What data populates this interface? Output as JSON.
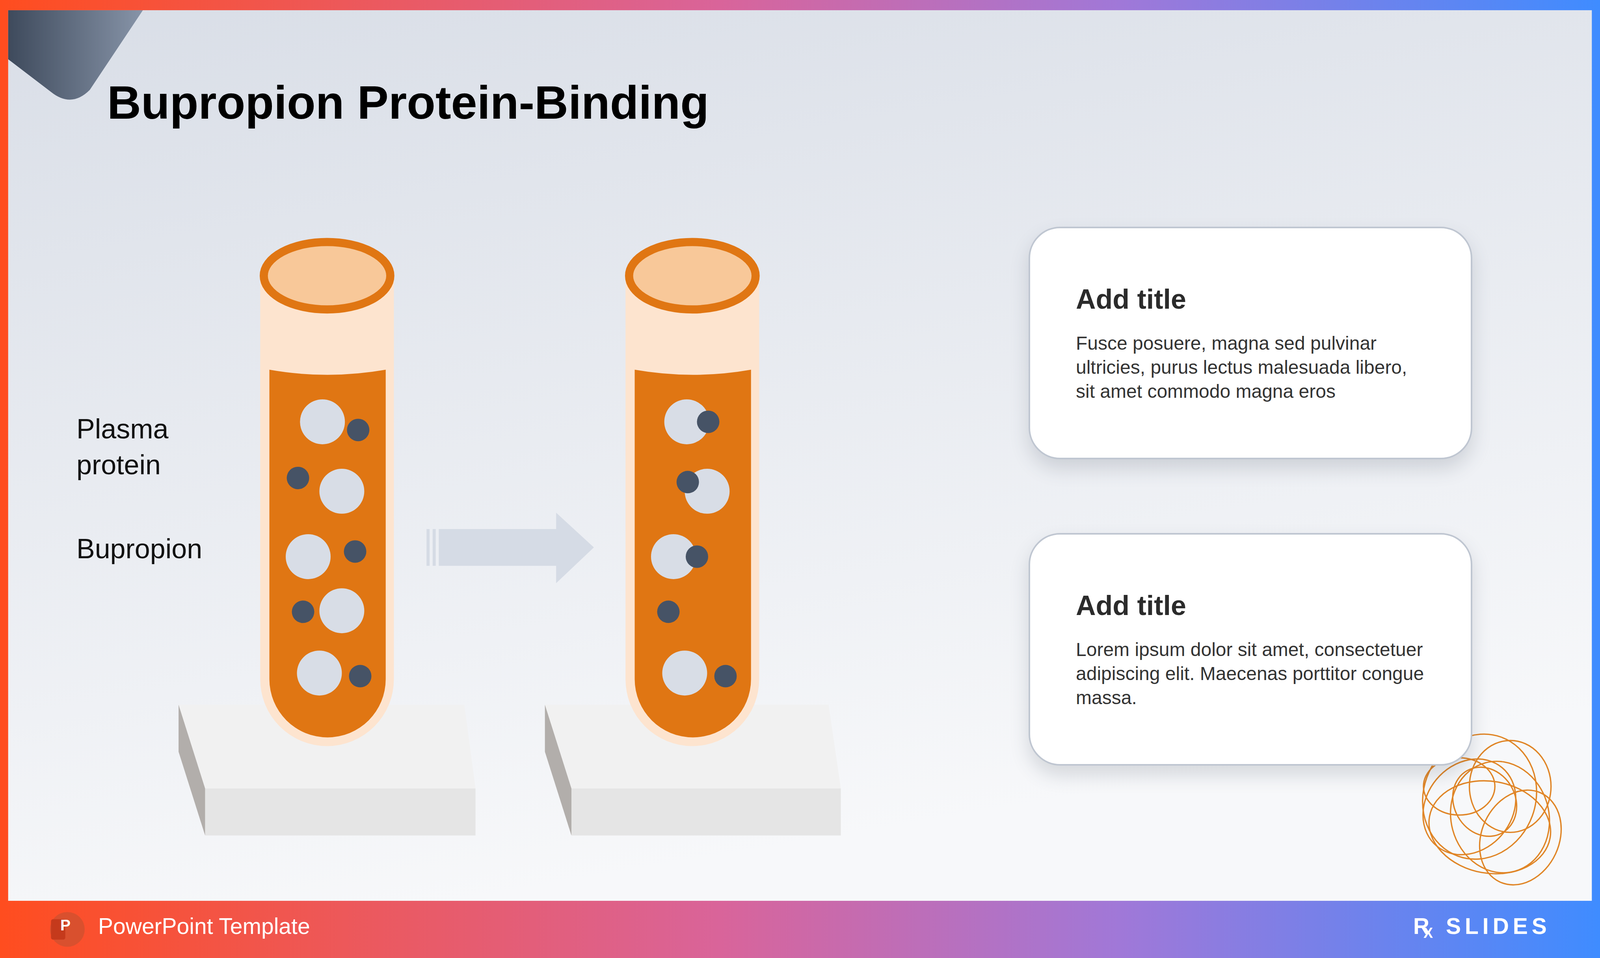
{
  "diagram": {
    "title": "Bupropion Protein-Binding",
    "nodes": [
      {
        "text": [
          "Add title",
          "Fusce posuere, magna sed pulvinar ultricies, purus lectus malesuada libero, sit amet commodo magna eros"
        ]
      },
      {
        "text": [
          "Add title",
          "Lorem ipsum dolor sit amet, consectetuer adipiscing elit. Maecenas porttitor congue massa."
        ]
      }
    ],
    "labels": [
      "Plasma protein",
      "Bupropion",
      "P",
      "PowerPoint Template",
      "R",
      "X",
      "SLIDES"
    ]
  }
}
